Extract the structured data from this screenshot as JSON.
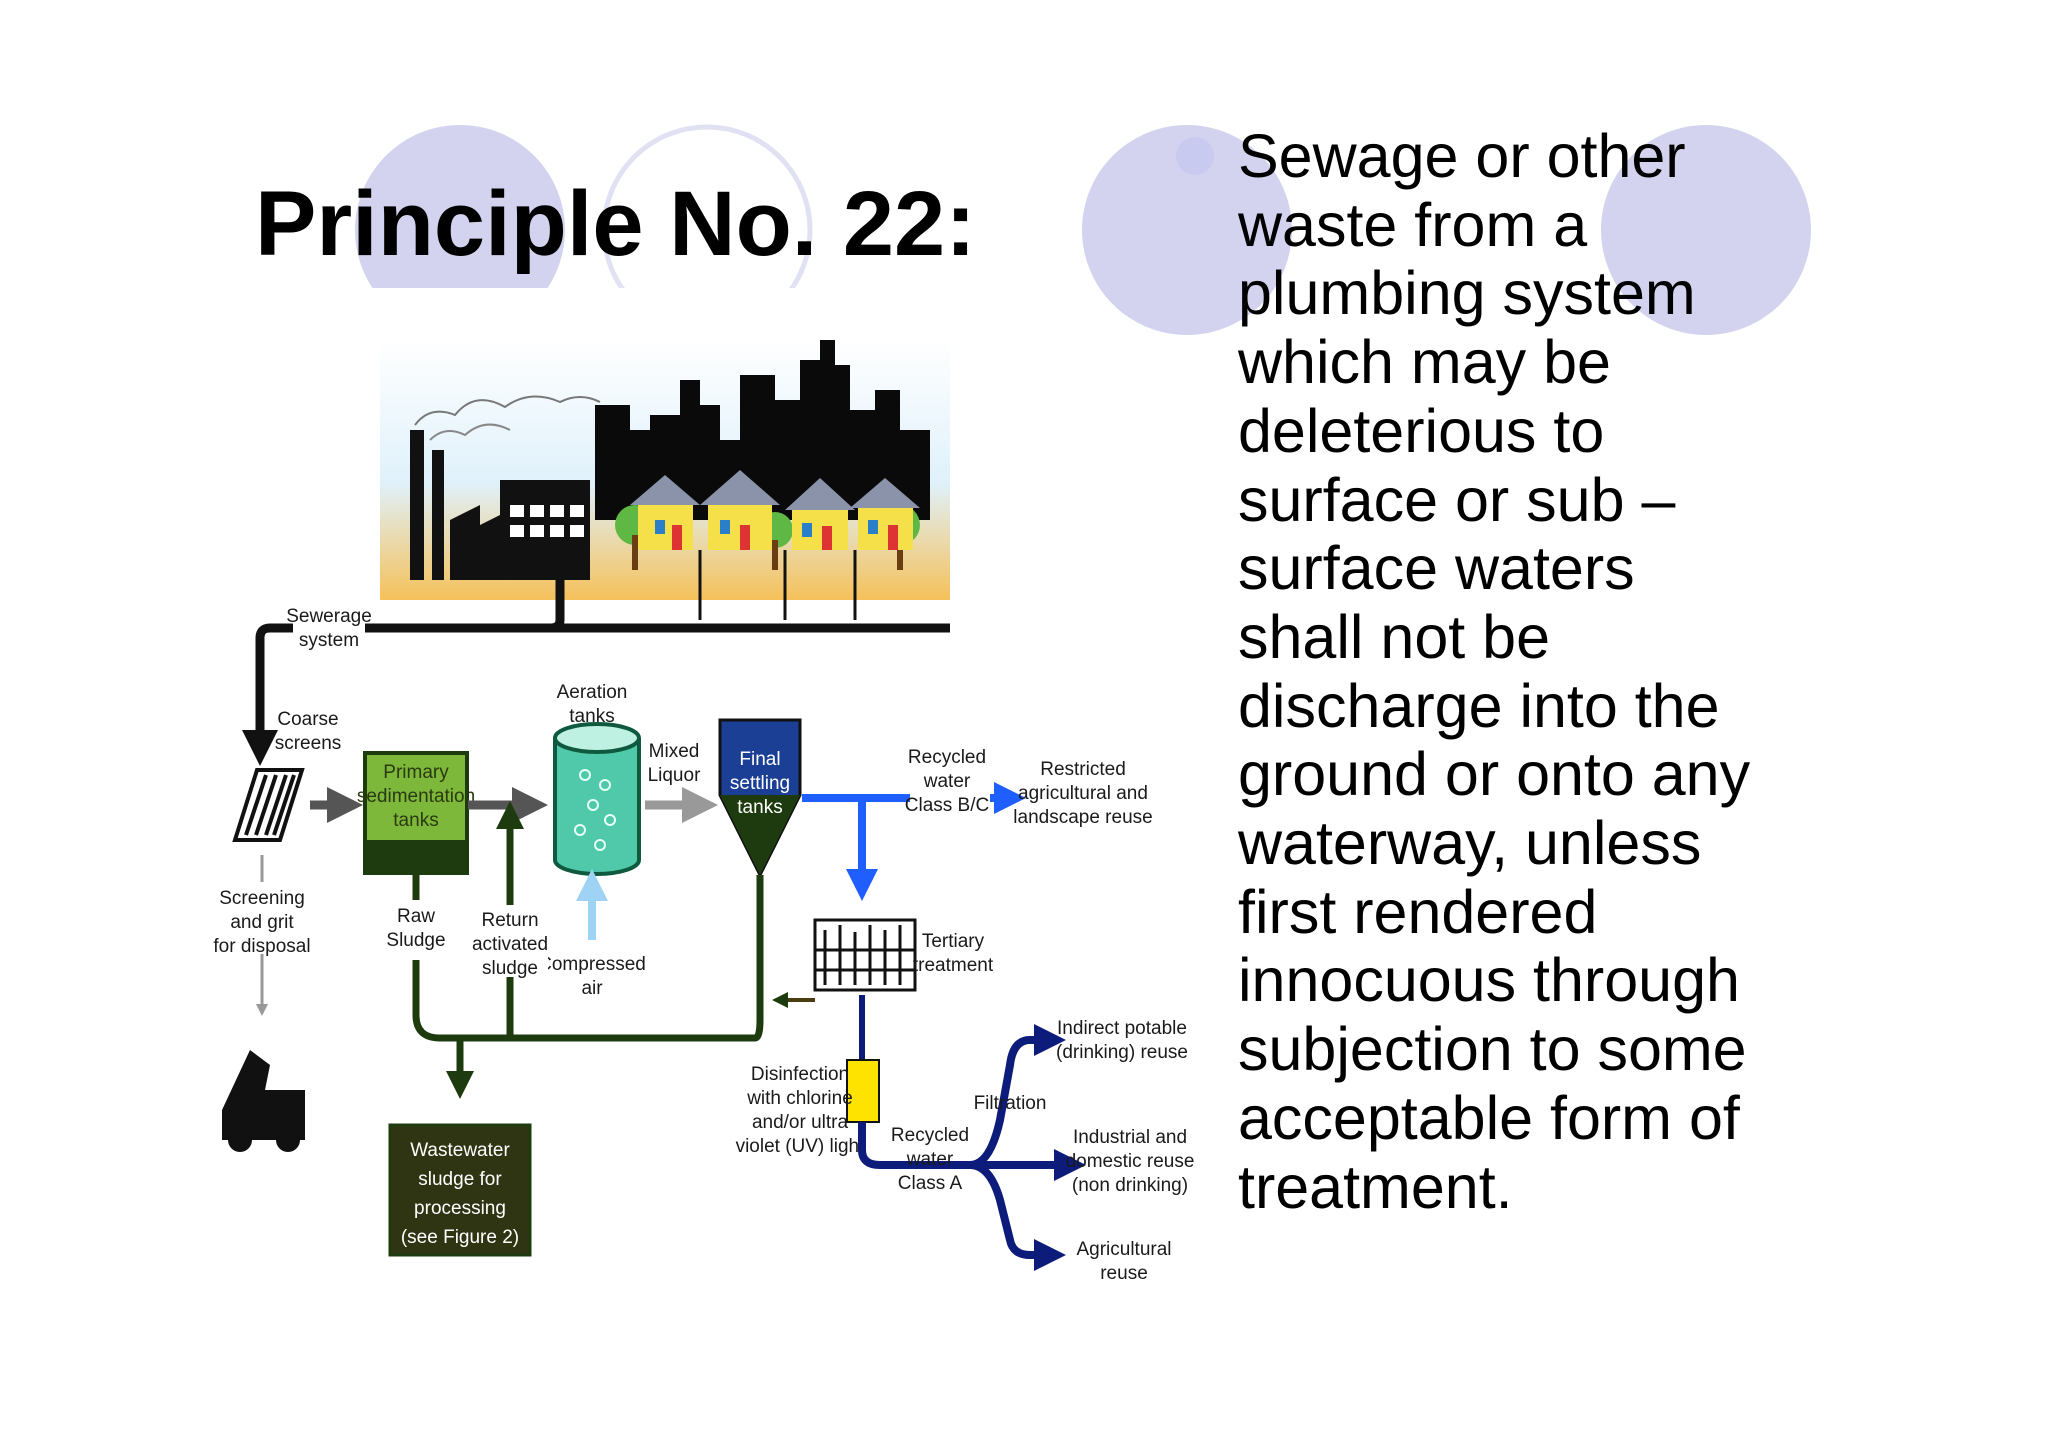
{
  "slide": {
    "title": "Principle No. 22:",
    "body": "Sewage or other\nwaste from a\nplumbing system\nwhich may be\ndeleterious to\nsurface or sub –\nsurface waters\nshall not be\ndischarge into the\nground or onto any\nwaterway, unless\nfirst rendered\ninnocuous through\nsubjection to some\nacceptable form of\ntreatment.",
    "bullet_icon": "circle-bullet-icon",
    "colors": {
      "deco_circle": "#d3d3ef",
      "bullet": "#c9caf0",
      "tank_green": "#7db83a",
      "sludge_dark": "#1d3b0e",
      "recycled_blue": "#1f5fff",
      "class_a_navy": "#0d1b7a",
      "disinfection_yellow": "#ffe300"
    }
  },
  "diagram": {
    "labels": {
      "sewerage": [
        "Sewerage",
        "system"
      ],
      "coarse": [
        "Coarse",
        "screens"
      ],
      "screening": [
        "Screening",
        "and grit",
        "for disposal"
      ],
      "primary": [
        "Primary",
        "sedimentation",
        "tanks"
      ],
      "raw_sludge": [
        "Raw",
        "Sludge"
      ],
      "return": [
        "Return",
        "activated",
        "sludge"
      ],
      "aeration": [
        "Aeration",
        "tanks"
      ],
      "compressed": [
        "Compressed",
        "air"
      ],
      "mixed": [
        "Mixed",
        "Liquor"
      ],
      "final": [
        "Final",
        "settling",
        "tanks"
      ],
      "recycled_bc": [
        "Recycled",
        "water",
        "Class B/C"
      ],
      "restricted": [
        "Restricted",
        "agricultural and",
        "landscape reuse"
      ],
      "tertiary": [
        "Tertiary",
        "treatment"
      ],
      "disinfection": [
        "Disinfection",
        "with chlorine",
        "and/or ultra",
        "violet (UV) light"
      ],
      "recycled_a": [
        "Recycled",
        "water",
        "Class A"
      ],
      "filtration": [
        "Filtration"
      ],
      "indirect": [
        "Indirect potable",
        "(drinking) reuse"
      ],
      "industrial": [
        "Industrial and",
        "domestic reuse",
        "(non drinking)"
      ],
      "agricultural": [
        "Agricultural",
        "reuse"
      ],
      "wastewater": [
        "Wastewater",
        "sludge for",
        "processing",
        "(see Figure 2)"
      ]
    }
  }
}
